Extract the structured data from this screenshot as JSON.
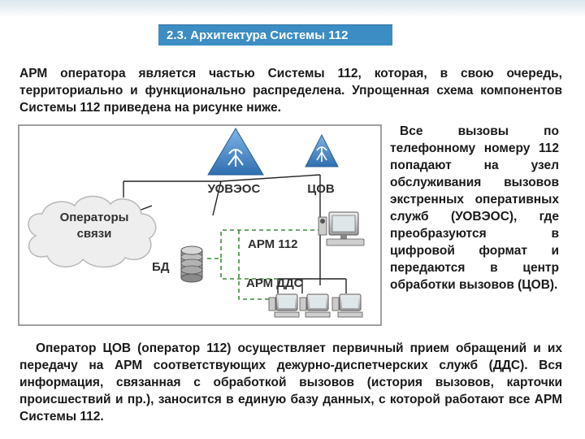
{
  "slide": {
    "title": "2.3. Архитектура Системы 112",
    "intro": "АРМ оператора является частью Системы 112, которая, в свою очередь, территориально и функционально распределена. Упрощенная схема компонентов Системы 112 приведена на рисунке ниже.",
    "side_text": "Все вызовы по телефонному номеру 112 попадают на узел обслуживания вызовов экстренных оперативных служб (УОВЭОС), где преобразуются в цифровой формат и передаются в центр обработки вызовов (ЦОВ).",
    "bottom_text": "Оператор ЦОВ (оператор 112) осуществляет первичный прием обращений и их передачу на АРМ соответствующих дежурно-диспетчерских служб (ДДС). Вся информация, связанная с обработкой вызовов (история вызовов, карточки происшествий и пр.), заносится в единую базу данных, с которой работают все АРМ Системы 112."
  },
  "diagram": {
    "cloud_line1": "Операторы",
    "cloud_line2": "связи",
    "node_uoveos": "УОВЭОС",
    "node_tsov": "ЦОВ",
    "node_arm112": "АРМ 112",
    "node_bd": "БД",
    "node_arm_dds": "АРМ ДДС",
    "colors": {
      "triangle": "#4a8ccb",
      "link": "#3d8c3d",
      "frame": "#7f7f7f"
    }
  }
}
